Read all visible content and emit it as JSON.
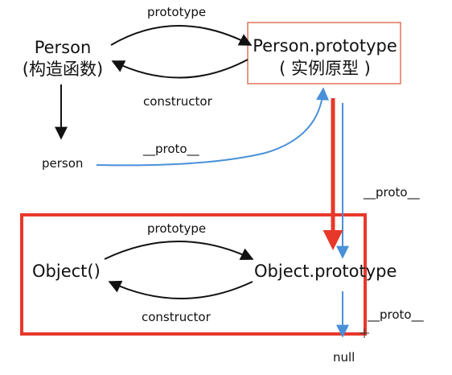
{
  "nodes": {
    "person_ctor_line1": "Person",
    "person_ctor_line2": "(构造函数)",
    "person_proto_line1": "Person.prototype",
    "person_proto_line2": "( 实例原型 )",
    "person_instance": "person",
    "object_ctor": "Object()",
    "object_proto": "Object.prototype",
    "null_node": "null"
  },
  "edges": {
    "prototype_top": "prototype",
    "constructor_top": "constructor",
    "proto_person": "__proto__",
    "proto_right": "__proto__",
    "prototype_bottom": "prototype",
    "constructor_bottom": "constructor",
    "proto_bottom": "__proto__"
  },
  "colors": {
    "highlight": "#e8382a",
    "blue_arrow": "#4a90d9",
    "box_border": "#e0735a",
    "ink": "#111111"
  }
}
